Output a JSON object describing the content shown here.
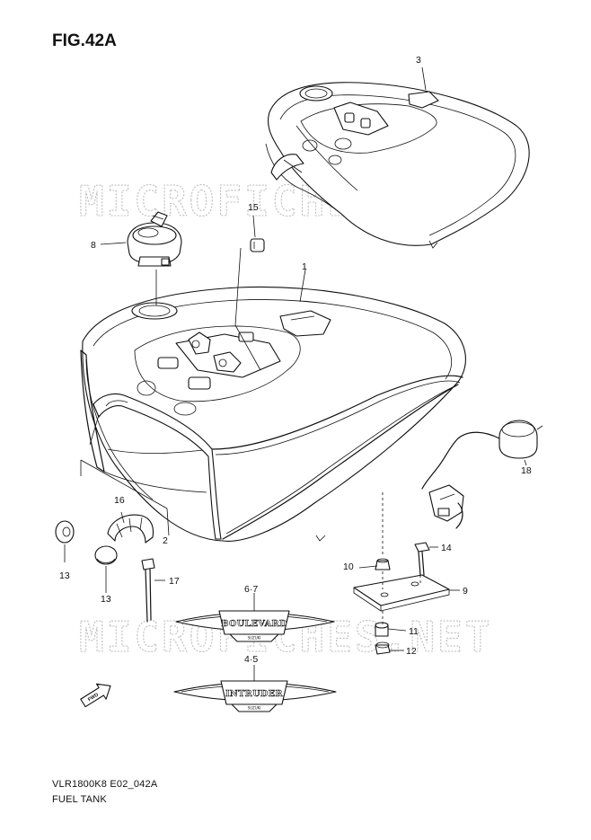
{
  "figure": {
    "title": "FIG.42A",
    "model_code": "VLR1800K8 E02_042A",
    "section_name": "FUEL TANK"
  },
  "watermark": {
    "text": "MICROFICHES.NET"
  },
  "callouts": [
    {
      "id": "c1",
      "label": "1",
      "part": "fuel-tank"
    },
    {
      "id": "c2",
      "label": "2",
      "part": "tank-trim-strip"
    },
    {
      "id": "c3",
      "label": "3",
      "part": "tank-cover"
    },
    {
      "id": "c4",
      "label": "4·5",
      "part": "intruder-emblem"
    },
    {
      "id": "c6",
      "label": "6·7",
      "part": "boulevard-emblem"
    },
    {
      "id": "c8",
      "label": "8",
      "part": "fuel-cap"
    },
    {
      "id": "c9",
      "label": "9",
      "part": "mounting-bracket"
    },
    {
      "id": "c10",
      "label": "10",
      "part": "cushion"
    },
    {
      "id": "c11",
      "label": "11",
      "part": "spacer"
    },
    {
      "id": "c12",
      "label": "12",
      "part": "nut"
    },
    {
      "id": "c13a",
      "label": "13",
      "part": "grommet"
    },
    {
      "id": "c13b",
      "label": "13",
      "part": "plug"
    },
    {
      "id": "c14",
      "label": "14",
      "part": "bolt"
    },
    {
      "id": "c15",
      "label": "15",
      "part": "cushion-small"
    },
    {
      "id": "c16",
      "label": "16",
      "part": "cushion-curved"
    },
    {
      "id": "c17",
      "label": "17",
      "part": "cable-tie"
    },
    {
      "id": "c18",
      "label": "18",
      "part": "fuel-level-sensor"
    }
  ],
  "emblems": {
    "boulevard": {
      "text": "BOULEVARD",
      "sub": "SUZUKI"
    },
    "intruder": {
      "text": "INTRUDER",
      "sub": "SUZUKI"
    }
  },
  "direction_marker": {
    "text": "FWD",
    "icon": "forward-arrow-icon"
  },
  "colors": {
    "ink": "#111111",
    "watermark": "#bdbdbd",
    "background": "#ffffff"
  }
}
